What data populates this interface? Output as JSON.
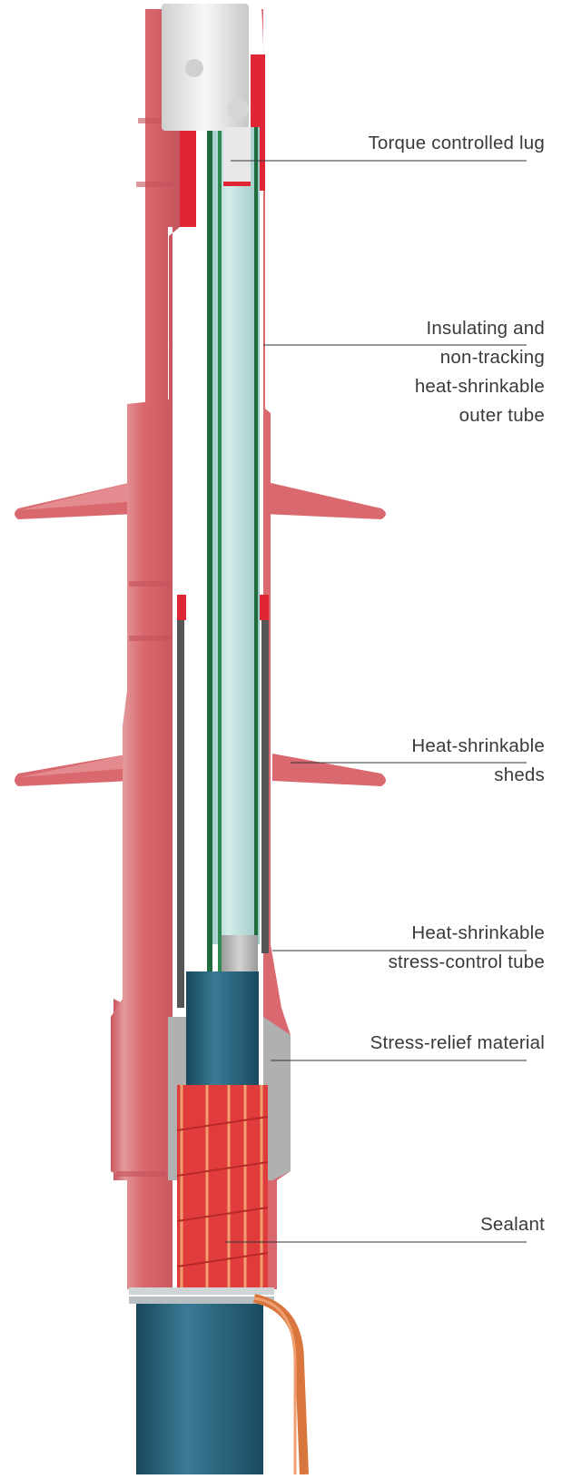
{
  "colors": {
    "body_red": "#d96a6e",
    "body_red_light": "#e89a9c",
    "body_red_dark": "#c4525a",
    "accent_red": "#e02535",
    "inner_tube": "#b9ddda",
    "green_layer": "#1f6b3c",
    "cable_blue": "#1f5a73",
    "metal": "#e6e6e6",
    "copper": "#e0743e",
    "leader_line": "#333333"
  },
  "callouts": [
    {
      "id": "lug",
      "lines": [
        "Torque controlled lug"
      ]
    },
    {
      "id": "outer-tube",
      "lines": [
        "Insulating and",
        "non-tracking",
        "heat-shrinkable",
        "outer tube"
      ]
    },
    {
      "id": "sheds",
      "lines": [
        "Heat-shrinkable",
        "sheds"
      ]
    },
    {
      "id": "stress-tube",
      "lines": [
        "Heat-shrinkable",
        "stress-control tube"
      ]
    },
    {
      "id": "stress-relief",
      "lines": [
        "Stress-relief material"
      ]
    },
    {
      "id": "sealant",
      "lines": [
        "Sealant"
      ]
    }
  ]
}
